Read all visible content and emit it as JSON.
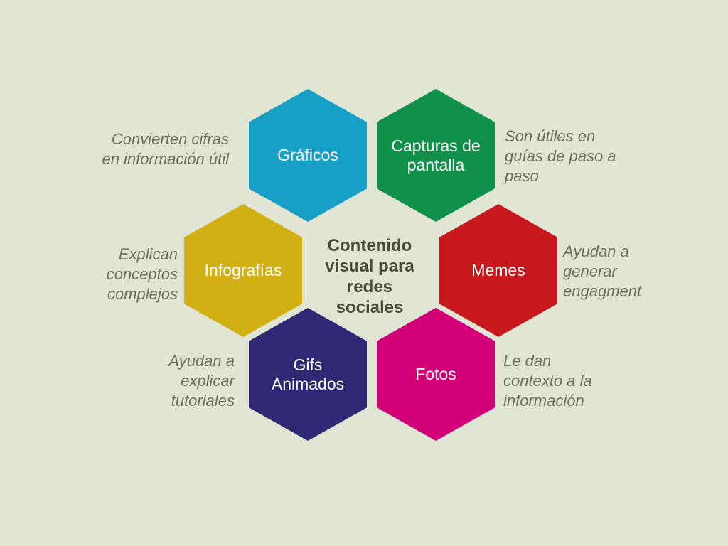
{
  "background_color": "#e1e5d4",
  "title": {
    "text": "Contenido visual para redes sociales",
    "lines": [
      "Contenido",
      "visual para",
      "redes",
      "sociales"
    ],
    "color": "#4a4a3d"
  },
  "hexagons": {
    "graficos": {
      "label": "Gráficos",
      "label_lines": [
        "Gráficos"
      ],
      "color": "#189fc5"
    },
    "capturas": {
      "label": "Capturas de pantalla",
      "label_lines": [
        "Capturas de",
        "pantalla"
      ],
      "color": "#10914a"
    },
    "infografias": {
      "label": "Infografías",
      "label_lines": [
        "Infografías"
      ],
      "color": "#d2b013"
    },
    "memes": {
      "label": "Memes",
      "label_lines": [
        "Memes"
      ],
      "color": "#c6181d"
    },
    "gifs": {
      "label": "Gifs Animados",
      "label_lines": [
        "Gifs",
        "Animados"
      ],
      "color": "#2e2875"
    },
    "fotos": {
      "label": "Fotos",
      "label_lines": [
        "Fotos"
      ],
      "color": "#d10077"
    }
  },
  "annotations": {
    "left_top": {
      "text": "Convierten cifras en información útil",
      "lines": [
        "Convierten cifras",
        "en información útil"
      ]
    },
    "right_top": {
      "text": "Son útiles en guías de paso a paso",
      "lines": [
        "Son útiles en",
        "guías de paso a",
        "paso"
      ]
    },
    "left_middle": {
      "text": "Explican conceptos complejos",
      "lines": [
        "Explican",
        "conceptos",
        "complejos"
      ]
    },
    "right_middle": {
      "text": "Ayudan a generar engagment",
      "lines": [
        "Ayudan a",
        "generar",
        "engagment"
      ]
    },
    "left_bottom": {
      "text": "Ayudan a explicar tutoriales",
      "lines": [
        "Ayudan a",
        "explicar",
        "tutoriales"
      ]
    },
    "right_bottom": {
      "text": "Le dan contexto a la información",
      "lines": [
        "Le dan",
        "contexto a la",
        "información"
      ]
    }
  },
  "annotation_color": "#6e705e"
}
